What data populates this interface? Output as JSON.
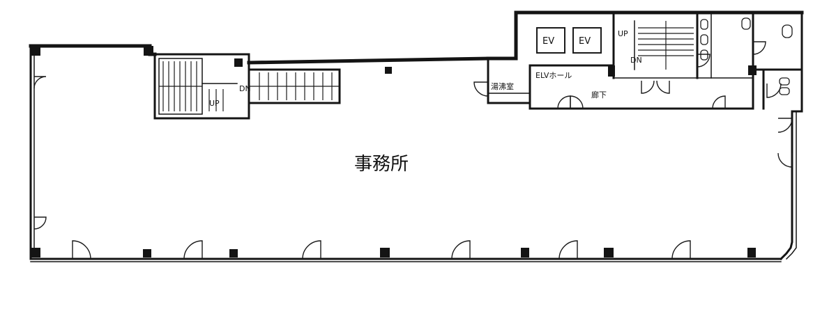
{
  "labels": {
    "office": "事務所",
    "elv_hall": "ELVホール",
    "corridor": "廊下",
    "kitchenette": "湯沸室",
    "ev_left": "EV",
    "ev_right": "EV",
    "stair_west_up": "UP",
    "stair_west_dn": "DN",
    "stair_east_up": "UP",
    "stair_east_dn": "DN"
  },
  "colors": {
    "wall": "#141414",
    "background": "#ffffff"
  }
}
